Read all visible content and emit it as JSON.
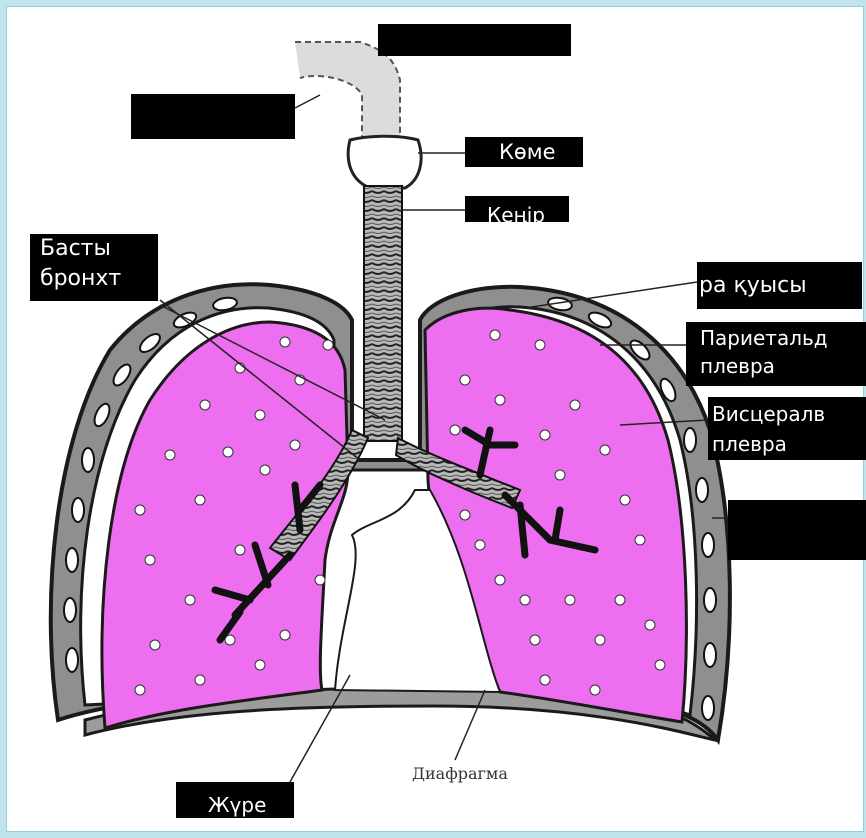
{
  "diagram": {
    "labels": {
      "top_box_1": "",
      "top_box_2": "",
      "kome": "Көме",
      "kenirdek": "Кеңір",
      "basty_bronkh": "Басты\nбронхт",
      "plevra_kuysy": "ра қуысы",
      "parietal_plevra": "Париетальд\nплевра",
      "visceral_plevra": "Висцералв\nплевра",
      "right_box": "",
      "zhurek": "Жүре",
      "diafragma": "Диафрагма"
    },
    "colors": {
      "lung_fill": "#ee6ef0",
      "pleura_wall": "#9a9a9a",
      "label_bg": "#000000",
      "label_text": "#ffffff",
      "frame_bg": "#bfe4ec"
    }
  }
}
